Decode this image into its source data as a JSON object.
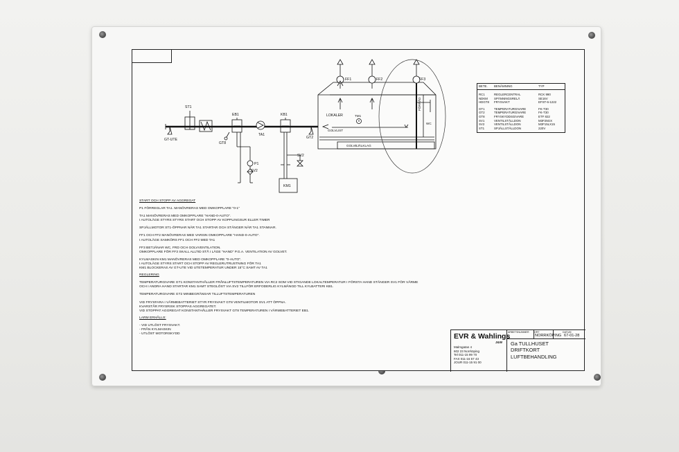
{
  "diagram": {
    "labels": {
      "st1": "ST1",
      "eb1": "EB1",
      "kb1": "KB1",
      "gt_ute": "GT-UTE",
      "gt8": "GT8",
      "ta1": "TA1",
      "p1": "P1",
      "sv2_left": "SV2",
      "sv2_right": "SV2",
      "km1": "KM1",
      "gt2": "GT2",
      "ff1": "FF1",
      "ff2": "FF2",
      "ff3": "FF3",
      "lokaler": "LOKALER",
      "tm1": "TM1",
      "golvlist": "GOLVLIST",
      "golvbjalklag": "GOLVBJÄLKLAG",
      "forrad": "FÖRRÅD",
      "wc": "WC"
    },
    "legend": {
      "headers": [
        "BETE.",
        "BENÄMNING",
        "TYP"
      ],
      "group1": [
        [
          "RC1",
          "REGLERCENTRAL",
          "RCK 990"
        ],
        [
          "NDKM",
          "SPÄNNINGSRELÄ",
          "SE16V"
        ],
        [
          "HDGT8",
          "FRYSVAKT",
          "EFST-6-1222"
        ]
      ],
      "group2": [
        [
          "GT1",
          "TEMPERATURGIVARE",
          "FK-T30"
        ],
        [
          "GT2",
          "TEMPERATURGIVARE",
          "FK-T30"
        ],
        [
          "GT8",
          "FRYSKYDDSGIVARE",
          "ETF 822"
        ],
        [
          "SV1",
          "VENTILSTÄLLDON",
          "M3F25GX"
        ],
        [
          "SV2",
          "VENTILSTÄLLDON",
          "M3F15LX15"
        ],
        [
          "ST1",
          "SPJÄLLSTÄLLDON",
          "220V"
        ]
      ]
    },
    "notes": [
      {
        "type": "h",
        "text": "START OCH STOPP AV AGGREGAT"
      },
      {
        "type": "p",
        "lines": [
          "P1 FÖRREGLAR TA1. MANÖVRERAS MED OMKOPPLARE \"0-1\""
        ]
      },
      {
        "type": "p",
        "lines": [
          "TA1 MANÖVRERAS MED OMKOPPLARE \"HAND-0-AUTO\".",
          "I AUTOLÄGE STYRS STYRS START OCH STOPP AV KOPPLINGSUR ELLER TIMER"
        ]
      },
      {
        "type": "p",
        "lines": [
          "SPJÄLLMOTOR ST1-ÖPPNAR NÄR TA1 STARTAR OCH STÄNGER NÄR TA1 STANNAR."
        ]
      },
      {
        "type": "p",
        "lines": [
          "FF1 OCH FF2 MANÖVRERAS MED VARSIN OMKOPPLARE \"HAND-0-AUTO\".",
          "I AUTOLÄGE SAMKÖRS FF1 OCH FF2 MED TA1"
        ]
      },
      {
        "type": "p",
        "lines": [
          "FF3 BETJÄNAR WC, FRD OCH GOLVVENTILATION.",
          "OMKOPPLARE FÖR FF3 SKALL ALLTID STÅ I LÄGE \"HAND\" P.G.A. VENTILATION AV GOLVET."
        ]
      },
      {
        "type": "p",
        "lines": [
          "KYLMASKIN KM1 MANÖVRERAS MED OMKOPPLARE \"0-AUTO\".",
          "I AUTOLÄGE STYRS START OCH STOPP AV REGLERUTRUSTNING FÖR TA1",
          "KM1 BLOCKERAS AV  GT-UTE  VID  UTETEMPERATUR  UNDER  15°C  SAMT  AV  TA1"
        ]
      },
      {
        "type": "h",
        "text": "REGLERING"
      },
      {
        "type": "p",
        "lines": [
          "TEMPERATURGIVARE  GT1  KONSTANTHÅLLER  FRÅNLUFTSTEMPERATUREN  VIA  RC2  SOM  VID  STIGANDE  LOKALTEMPERATUR  I  FÖRSTA  HAND  STÄNGER  SV1  FÖR  VÄRME",
          "OCH  I  ANDRA  HAND  STARTAR  KM1  SAMT  STEGLÖST  VIA  SV2  TILLFÖR  ERFODERLIG  KYLMÄNGD  TILL  KYLBATTERI  KB1."
        ]
      },
      {
        "type": "p",
        "lines": [
          "TEMPERATURGIVARE  GT2  MINBEGRÄNSAR  TILLUFTSTEMPERATUREN"
        ]
      },
      {
        "type": "p",
        "lines": [
          "VID  FRYSFARA  I  VÄRMEBATTERIET  STYR  FRYSVAKT  GT8  VENTILMOTOR  SV1  ATT  ÖPPNA.",
          "KVARSTÅR  FRYSRISK  STOPPAS  AGGREGATET.",
          "VID  STOPPAT  AGGREGAT  KONSTANTHÅLLER  FRYSVAKT  GT8  TEMPERATUREN  I  VÄRMEBATTERIET  EB1."
        ]
      },
      {
        "type": "h",
        "text": "LARM  ERHÅLLS:"
      },
      {
        "type": "p",
        "lines": [
          "-  VID  UTLÖST  FRYSVAKT.",
          "-  FRÅN  KYLMASKIN",
          "-  UTLÖST  MOTORSKYDD"
        ]
      }
    ],
    "title_block": {
      "company": "EVR & Wahlings",
      "company_suffix": "J&W",
      "address": [
        "Malmgatan 4",
        "602 23 Norrköping",
        "Tel  011-15 99 70",
        "FAX  011-16 57 43",
        "JOUR  011-15 91 00"
      ],
      "header_label_1": "ARBETSNUMMER",
      "header_label_2": "ORT",
      "header_label_3": "DATUM",
      "city": "NORRKÖPING",
      "date": "67-01-28",
      "title_lines": [
        "Ga  TULLHUSET",
        "DRIFTKORT",
        "LUFTBEHANDLING"
      ]
    }
  }
}
